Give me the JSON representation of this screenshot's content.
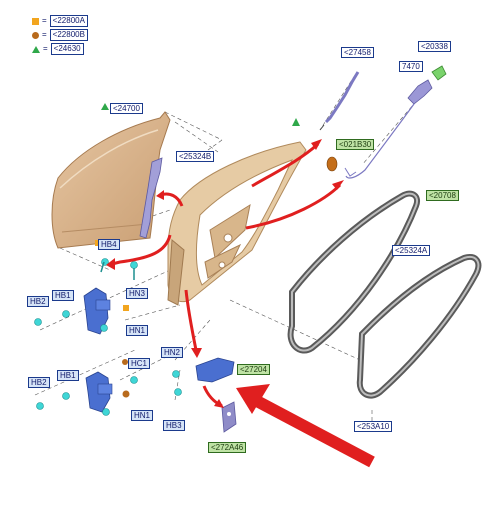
{
  "legend": [
    {
      "symbol": "orange-square",
      "eq": "=",
      "code": "<22800A"
    },
    {
      "symbol": "brown-circle",
      "eq": "=",
      "code": "<22800B"
    },
    {
      "symbol": "green-triangle",
      "eq": "=",
      "code": "<24630"
    }
  ],
  "labels": {
    "l24700": "<24700",
    "l25324B": "<25324B",
    "l27458": "<27458",
    "l20338": "<20338",
    "l7470": "7470",
    "l021B30": "<021B30",
    "l20708": "<20708",
    "l25324A": "<25324A",
    "l253A10": "<253A10",
    "l27204": "<27204",
    "l272A46": "<272A46",
    "hb4": "HB4",
    "hb2a": "HB2",
    "hb1a": "HB1",
    "hn3": "HN3",
    "hn1a": "HN1",
    "hc1": "HC1",
    "hb1b": "HB1",
    "hb2b": "HB2",
    "hn1b": "HN1",
    "hn2": "HN2",
    "hb3": "HB3"
  },
  "colors": {
    "door_skin": "#d9b48c",
    "door_frame": "#e0c49e",
    "weatherstrip": "#555555",
    "bracket_purple": "#8a87c8",
    "hinge_blue": "#3f6bc9",
    "fastener_cyan": "#3fd6d6",
    "arrow_red": "#e01f1f",
    "label_border": "#1b3a8c",
    "label_green_fill": "#bfe3a5"
  }
}
